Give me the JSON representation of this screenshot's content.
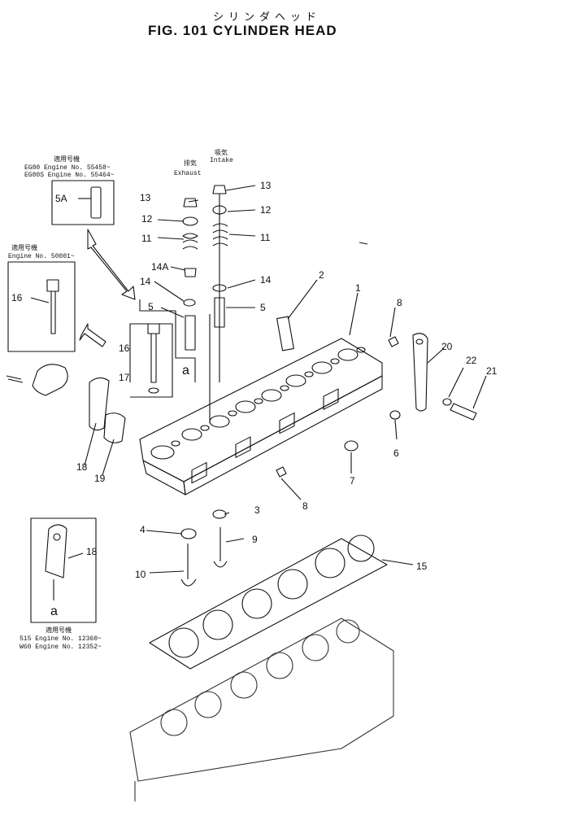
{
  "header": {
    "title_jp": "シリンダヘッド",
    "title": "FIG. 101  CYLINDER HEAD"
  },
  "notes": {
    "serial_top_heading": "適用号機",
    "serial_top_line1": "EG80   Engine  No. 55458~",
    "serial_top_line2": "EG80S  Engine  No. 55464~",
    "serial_left_heading": "適用号機",
    "serial_left_line1": "Engine  No. 50001~",
    "serial_bottom_heading": "適用号機",
    "serial_bottom_line1": "515   Engine  No. 12360~",
    "serial_bottom_line2": "W60   Engine  No. 12352~",
    "exhaust_jp": "排気",
    "exhaust": "Exhaust",
    "intake_jp": "吸気",
    "intake": "Intake"
  },
  "callouts": {
    "c1": "1",
    "c2": "2",
    "c3": "3",
    "c4": "4",
    "c5": "5",
    "c5b": "5",
    "c5a": "5A",
    "c6": "6",
    "c7": "7",
    "c8a": "8",
    "c8b": "8",
    "c9": "9",
    "c10": "10",
    "c11a": "11",
    "c11b": "11",
    "c12a": "12",
    "c12b": "12",
    "c13a": "13",
    "c13b": "13",
    "c14a": "14",
    "c14b": "14",
    "c14A": "14A",
    "c15": "15",
    "c16a": "16",
    "c16b": "16",
    "c17": "17",
    "c18a": "18",
    "c18b": "18",
    "c19": "19",
    "c20": "20",
    "c21": "21",
    "c22": "22",
    "ref_a1": "a",
    "ref_a2": "a"
  }
}
